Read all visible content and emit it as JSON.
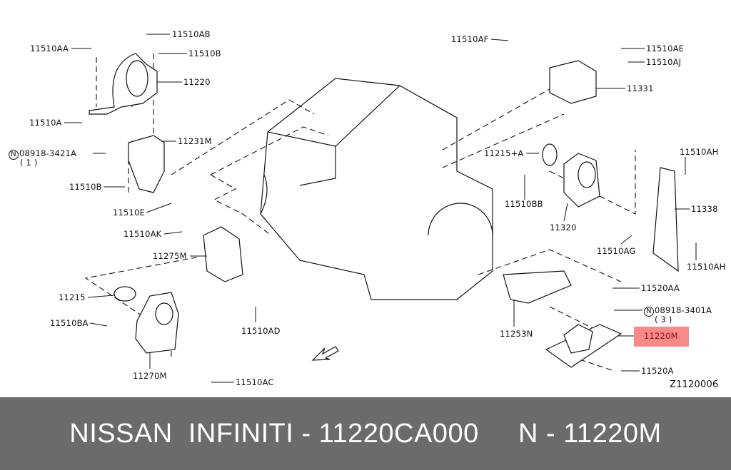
{
  "labels": {
    "p11510AB": "11510AB",
    "p11510AA": "11510AA",
    "p11510B_top": "11510B",
    "p11220": "11220",
    "p11510A": "11510A",
    "p11231M": "11231M",
    "p08918_3421A": "08918-3421A",
    "p08918_3421A_qty": "( 1 )",
    "p11510B_low": "11510B",
    "p11510E": "11510E",
    "p11510AK": "11510AK",
    "p11275M": "11275M",
    "p11215": "11215",
    "p11510BA": "11510BA",
    "p11510AD": "11510AD",
    "p11270M": "11270M",
    "p11510AC": "11510AC",
    "p11510AF": "11510AF",
    "p11510AE": "11510AE",
    "p11510AJ": "11510AJ",
    "p11331": "11331",
    "p11215A": "11215+A",
    "p11510AH_top": "11510AH",
    "p11510BB": "11510BB",
    "p11338": "11338",
    "p11320": "11320",
    "p11510AG": "11510AG",
    "p11510AH_low": "11510AH",
    "p11520AA": "11520AA",
    "p08918_3401A": "08918-3401A",
    "p08918_3401A_qty": "( 3 )",
    "p11253N": "11253N",
    "p11220M": "11220M",
    "p11520A": "11520A",
    "diagram_code": "Z1120006",
    "n_symbol": "N"
  },
  "highlight_color": "#f88a8a",
  "footer": {
    "text": "NISSAN  INFINITI - 11220CA000     N - 11220M"
  }
}
